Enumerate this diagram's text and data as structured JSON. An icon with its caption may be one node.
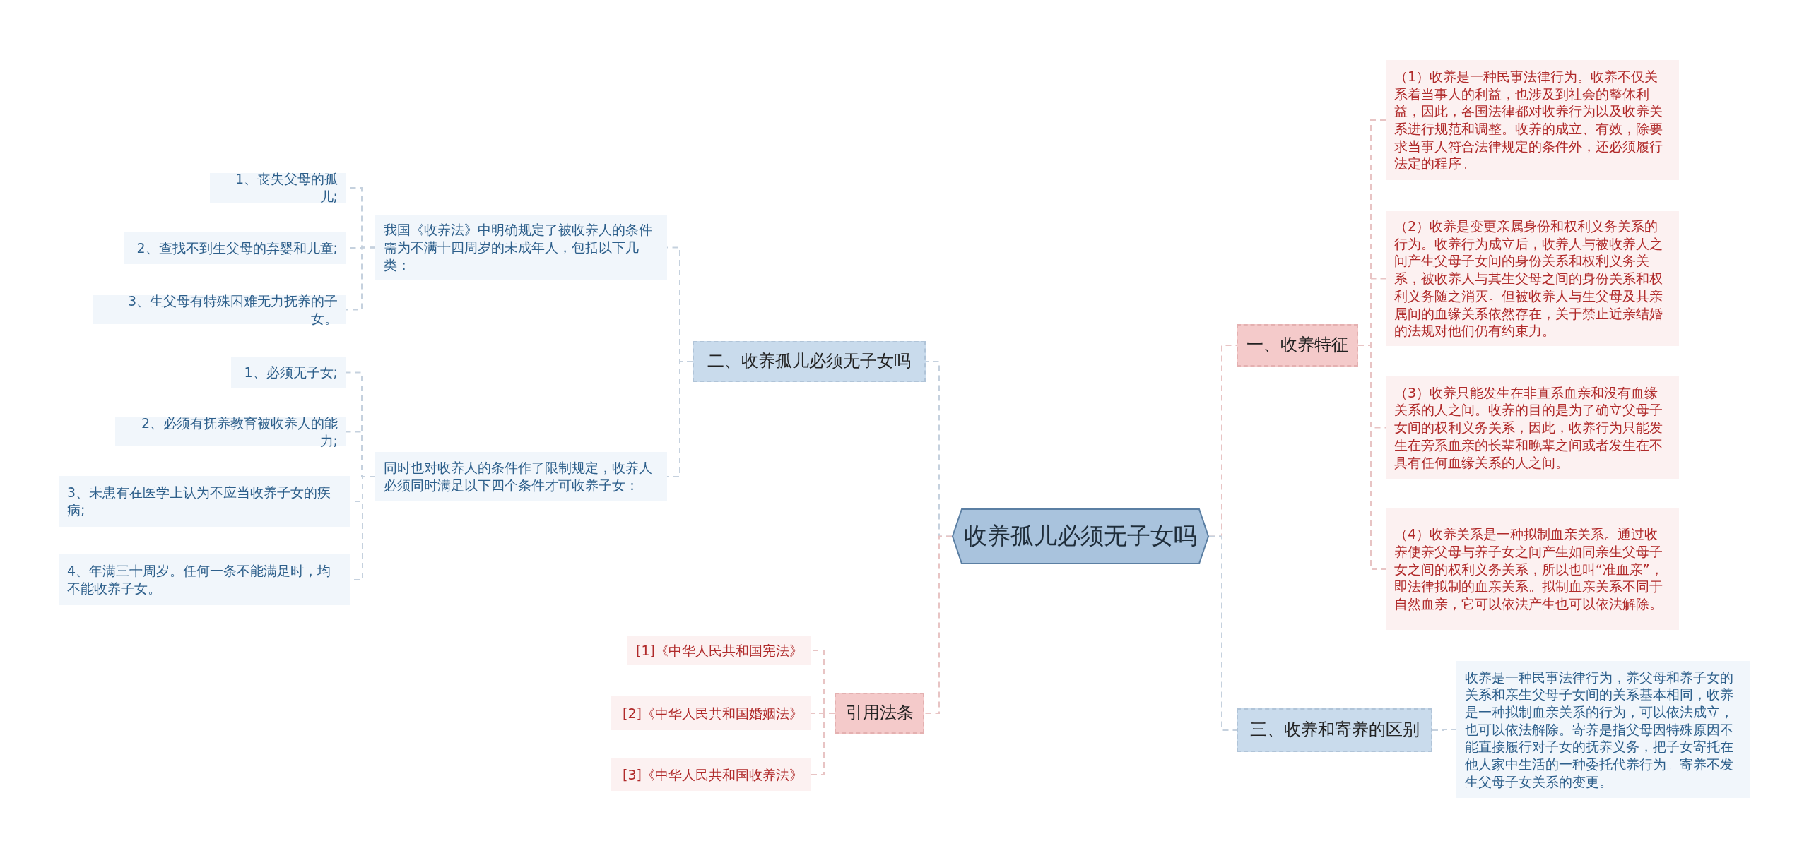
{
  "diagram": {
    "nodes": [
      {
        "text": [
          "收养孤儿必须无子女吗"
        ]
      },
      {
        "text": [
          "二、收养孤儿必须无子女吗"
        ]
      },
      {
        "text": [
          "我国《收养法》中明确规定了被收养人的条件需为不满十四周岁的未成年人，包括以下几类："
        ]
      },
      {
        "text": [
          "1、丧失父母的孤儿;"
        ]
      },
      {
        "text": [
          "2、查找不到生父母的弃婴和儿童;"
        ]
      },
      {
        "text": [
          "3、生父母有特殊困难无力抚养的子女。"
        ]
      },
      {
        "text": [
          "同时也对收养人的条件作了限制规定，收养人必须同时满足以下四个条件才可收养子女："
        ]
      },
      {
        "text": [
          "1、必须无子女;"
        ]
      },
      {
        "text": [
          "2、必须有抚养教育被收养人的能力;"
        ]
      },
      {
        "text": [
          "3、未患有在医学上认为不应当收养子女的疾病;"
        ]
      },
      {
        "text": [
          "4、年满三十周岁。任何一条不能满足时，均不能收养子女。"
        ]
      },
      {
        "text": [
          "引用法条"
        ]
      },
      {
        "text": [
          "[1]《中华人民共和国宪法》"
        ]
      },
      {
        "text": [
          "[2]《中华人民共和国婚姻法》"
        ]
      },
      {
        "text": [
          "[3]《中华人民共和国收养法》"
        ]
      },
      {
        "text": [
          "一、收养特征"
        ]
      },
      {
        "text": [
          "（1）收养是一种民事法律行为。收养不仅关系着当事人的利益，也涉及到社会的整体利益，因此，各国法律都对收养行为以及收养关系进行规范和调整。收养的成立、有效，除要求当事人符合法律规定的条件外，还必须履行法定的程序。"
        ]
      },
      {
        "text": [
          "（2）收养是变更亲属身份和权利义务关系的行为。收养行为成立后，收养人与被收养人之间产生父母子女间的身份关系和权利义务关系，被收养人与其生父母之间的身份关系和权利义务随之消灭。但被收养人与生父母及其亲属间的血缘关系依然存在，关于禁止近亲结婚的法规对他们仍有约束力。"
        ]
      },
      {
        "text": [
          "（3）收养只能发生在非直系血亲和没有血缘关系的人之间。收养的目的是为了确立父母子女间的权利义务关系，因此，收养行为只能发生在旁系血亲的长辈和晚辈之间或者发生在不具有任何血缘关系的人之间。"
        ]
      },
      {
        "text": [
          "（4）收养关系是一种拟制血亲关系。通过收养使养父母与养子女之间产生如同亲生父母子女之间的权利义务关系，所以也叫“准血亲”，即法律拟制的血亲关系。拟制血亲关系不同于自然血亲，它可以依法产生也可以依法解除。"
        ]
      },
      {
        "text": [
          "三、收养和寄养的区别"
        ]
      },
      {
        "text": [
          "收养是一种民事法律行为，养父母和养子女的关系和亲生父母子女间的关系基本相同，收养是一种拟制血亲关系的行为，可以依法成立，也可以依法解除。寄养是指父母因特殊原因不能直接履行对子女的抚养义务，把子女寄托在他人家中生活的一种委托代养行为。寄养不发生父母子女关系的变更。"
        ]
      }
    ],
    "edges": [
      {
        "from": 0,
        "to": 1,
        "arrow": "none"
      },
      {
        "from": 1,
        "to": 2,
        "arrow": "none"
      },
      {
        "from": 2,
        "to": 3,
        "arrow": "none"
      },
      {
        "from": 2,
        "to": 4,
        "arrow": "none"
      },
      {
        "from": 2,
        "to": 5,
        "arrow": "none"
      },
      {
        "from": 1,
        "to": 6,
        "arrow": "none"
      },
      {
        "from": 6,
        "to": 7,
        "arrow": "none"
      },
      {
        "from": 6,
        "to": 8,
        "arrow": "none"
      },
      {
        "from": 6,
        "to": 9,
        "arrow": "none"
      },
      {
        "from": 6,
        "to": 10,
        "arrow": "none"
      },
      {
        "from": 0,
        "to": 11,
        "arrow": "none",
        "color": "#e8c4c4"
      },
      {
        "from": 11,
        "to": 12,
        "arrow": "none",
        "color": "#e8c4c4"
      },
      {
        "from": 11,
        "to": 13,
        "arrow": "none",
        "color": "#e8c4c4"
      },
      {
        "from": 11,
        "to": 14,
        "arrow": "none",
        "color": "#e8c4c4"
      },
      {
        "from": 0,
        "to": 15,
        "arrow": "none",
        "color": "#e8c4c4"
      },
      {
        "from": 15,
        "to": 16,
        "arrow": "none",
        "color": "#e8c4c4"
      },
      {
        "from": 15,
        "to": 17,
        "arrow": "none",
        "color": "#e8c4c4"
      },
      {
        "from": 15,
        "to": 18,
        "arrow": "none",
        "color": "#e8c4c4"
      },
      {
        "from": 15,
        "to": 19,
        "arrow": "none",
        "color": "#e8c4c4"
      },
      {
        "from": 0,
        "to": 20,
        "arrow": "none"
      },
      {
        "from": 20,
        "to": 21,
        "arrow": "none"
      }
    ]
  }
}
